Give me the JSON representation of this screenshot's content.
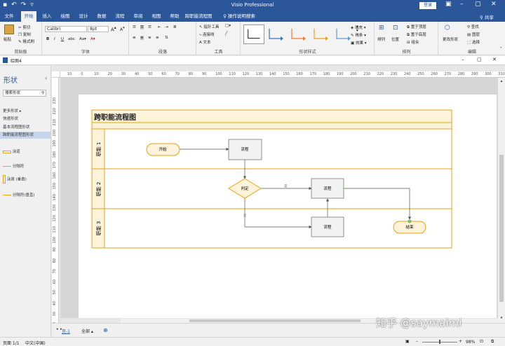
{
  "titlebar": {
    "app_title": "Visio Professional",
    "login": "登录",
    "qat": [
      "↶",
      "↷",
      "▿"
    ]
  },
  "tabs": [
    "文件",
    "开始",
    "插入",
    "绘图",
    "设计",
    "数据",
    "流程",
    "审阅",
    "视图",
    "帮助",
    "跨职能流程图",
    "操作说明搜索"
  ],
  "share": "共享",
  "ribbon": {
    "clipboard": {
      "paste": "粘贴",
      "cut": "剪切",
      "copy": "复制",
      "format_painter": "格式刷",
      "label": "剪贴板"
    },
    "font": {
      "name": "Calibri",
      "size": "8pt",
      "label": "字体"
    },
    "paragraph": {
      "label": "段落"
    },
    "tools": {
      "pointer": "指针工具",
      "connector": "连接线",
      "text": "文本",
      "label": "工具"
    },
    "shape_styles": {
      "fill": "填充",
      "line": "线条",
      "effect": "效果",
      "label": "形状样式"
    },
    "arrange": {
      "arrange": "排列",
      "position": "位置",
      "bring_front": "置于顶层",
      "send_back": "置于底层",
      "group": "组合",
      "label": "排列"
    },
    "editing": {
      "change_shape": "更改形状",
      "find": "查找",
      "layer": "图层",
      "select": "选择",
      "label": "编辑"
    }
  },
  "document": {
    "title": "绘图4"
  },
  "shapes_pane": {
    "title": "形状",
    "search_placeholder": "搜索形状",
    "more_shapes": "更多形状",
    "quick_shapes": "快速形状",
    "basic_flowchart": "基本流程图形状",
    "cross_functional": "跨职能流程图形状",
    "stencils": [
      "泳道",
      "分隔符",
      "泳道 (垂直)",
      "分隔符(垂直)"
    ]
  },
  "ruler": {
    "h": [
      "10",
      "0",
      "10",
      "20",
      "30",
      "40",
      "50",
      "60",
      "70",
      "80",
      "90",
      "100",
      "110",
      "120",
      "130",
      "140",
      "150",
      "160",
      "170",
      "180",
      "190",
      "200",
      "210",
      "220",
      "230",
      "240",
      "250",
      "260",
      "270",
      "280",
      "290",
      "300",
      "310"
    ],
    "v": [
      "230",
      "220",
      "210",
      "200",
      "190",
      "180",
      "170",
      "160",
      "150",
      "140",
      "130",
      "120",
      "110",
      "100",
      "90",
      "80",
      "70",
      "60",
      "50",
      "40",
      "30",
      "20"
    ]
  },
  "diagram": {
    "title": "跨职能流程图",
    "lanes": [
      "职能 1",
      "职能 2",
      "职能 3"
    ],
    "start": "开始",
    "process1": "流程",
    "decision": "判定",
    "process2": "流程",
    "process3": "流程",
    "end": "结束",
    "yes_label": "是",
    "no_label": "否",
    "accent": "#e8a317",
    "header_fill": "#fdf3da"
  },
  "pagetabs": {
    "page": "页-1",
    "all": "全部 ▴",
    "add": "⊕"
  },
  "status": {
    "page": "页面 1/1",
    "language": "中文(中国)",
    "zoom": "98%"
  },
  "watermark": "知乎 @saymaimi"
}
